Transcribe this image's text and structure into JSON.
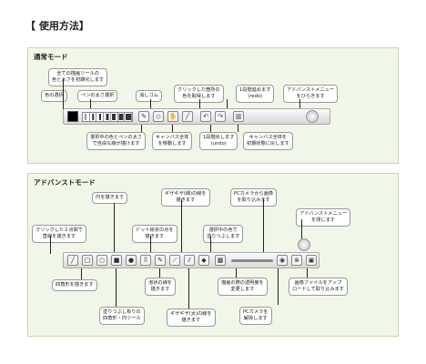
{
  "page": {
    "title": "【 使用方法】"
  },
  "normal_mode": {
    "title": "通常モード",
    "callouts": {
      "all_tools_reset": "全ての描画ツールの\n色と太さを初期化します",
      "color_select": "色の選択",
      "pen_size_select": "ペンの太さ選択",
      "eraser": "消しゴム",
      "eyedropper": "クリックした箇所の\n色を取得します",
      "redo": "1段階進めます\n(redo)",
      "advanced_menu_open": "アドバンストメニュー\nをひらきます",
      "free_draw": "選択中の色とペンの太さ\nで自由な線が描けます",
      "move_canvas": "キャンバス全体\nを移動します",
      "undo": "1段階戻します\n(undo)",
      "clear_canvas": "キャンバス全体を\n初期状態に戻します"
    },
    "toolbar": {
      "tools": [
        "pencil-icon",
        "eraser-icon",
        "hand-icon",
        "eyedropper-icon",
        "undo-icon",
        "redo-icon",
        "trash-icon"
      ]
    }
  },
  "advanced_mode": {
    "title": "アドバンストモード",
    "callouts": {
      "draw_circle": "円を描きます",
      "zigzag_thin": "ギザギザ(細)の線を\n描きます",
      "pc_camera_capture": "PCカメラから画像\nを取り込みます",
      "advanced_menu_close": "アドバンストメニュー\nを閉じます",
      "two_point_line": "クリックした２点間で\n直線を描きます",
      "dot_pattern": "ドット絵状の点を\n描きます",
      "fill_selected": "選択中の色で\n塗りつぶします",
      "draw_rectangle": "四角形を描きます",
      "rough_line": "泡状の線を\n描きます",
      "canvas_opacity": "描画の際の透明度を\n変更します",
      "image_upload": "画像ファイルをアップ\nロードして取り込みます",
      "filled_shapes": "塗りつぶし有りの\n四角形・円ツール",
      "zigzag_thick": "ギザギザ(太)の線を\n描きます",
      "pc_camera_release": "PCカメラを\n解除します"
    },
    "toolbar": {
      "tools": [
        "line-icon",
        "rect-icon",
        "circle-icon",
        "filled-rect-icon",
        "filled-circle-icon",
        "dots-icon",
        "rough-brush-icon",
        "zigzag-thin-icon",
        "zigzag-thick-icon",
        "fill-bucket-icon",
        "camera-icon",
        "camera-release-icon",
        "image-icon"
      ]
    }
  }
}
